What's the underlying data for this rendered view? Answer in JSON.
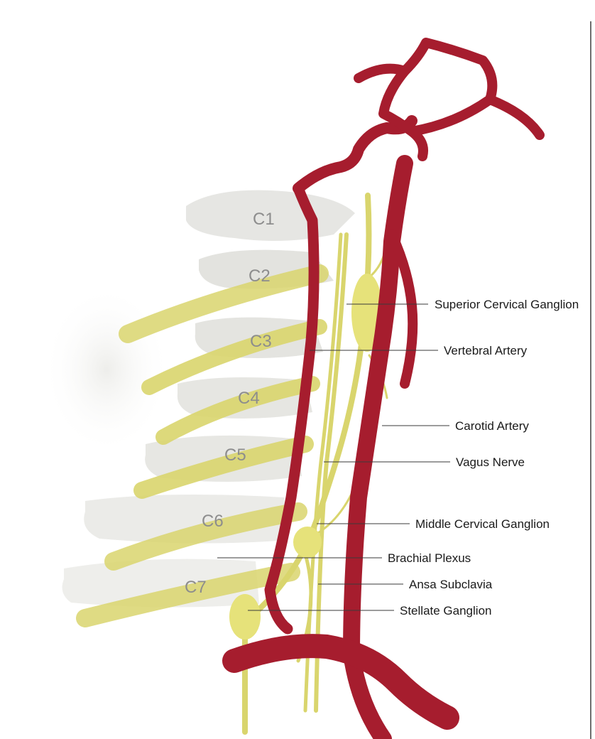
{
  "figure": {
    "vertebrae": [
      "C1",
      "C2",
      "C3",
      "C4",
      "C5",
      "C6",
      "C7"
    ],
    "callouts": [
      "Superior Cervical Ganglion",
      "Vertebral Artery",
      "Carotid Artery",
      "Vagus Nerve",
      "Middle Cervical Ganglion",
      "Brachial Plexus",
      "Ansa Subclavia",
      "Stellate Ganglion"
    ]
  },
  "colors": {
    "artery": "#a61d2e",
    "artery_highlight": "#c94653",
    "nerve": "#d9d56d",
    "ganglion": "#e6e27a",
    "bone": "#e9e9e6",
    "vertebra_label": "#8d8d8d",
    "callout_text": "#1a1a1a"
  }
}
